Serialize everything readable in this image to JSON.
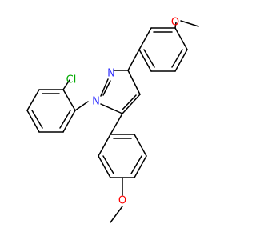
{
  "molecule": {
    "labels": {
      "cl": "Cl",
      "n_top": "N",
      "n_bottom": "N",
      "o_top": "O",
      "o_bottom": "O"
    },
    "colors": {
      "bond": "#000000",
      "nitrogen": "#3333ff",
      "oxygen": "#ff0000",
      "chlorine": "#00aa00"
    }
  }
}
